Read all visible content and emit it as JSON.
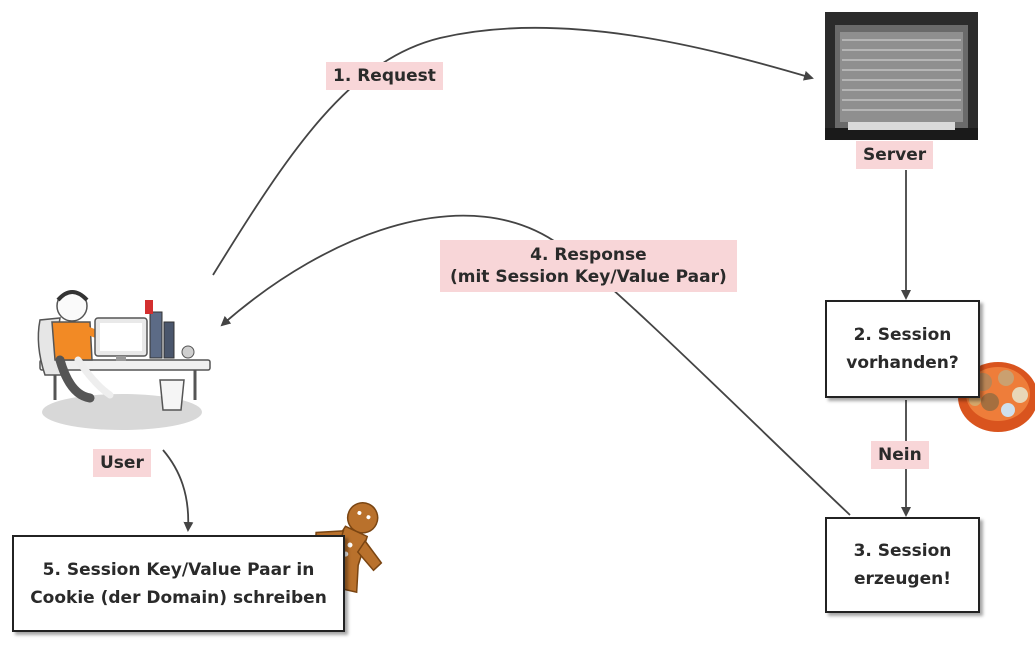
{
  "labels": {
    "request": "1. Request",
    "server": "Server",
    "response_line1": "4. Response",
    "response_line2": "(mit Session Key/Value Paar)",
    "user": "User",
    "nein": "Nein"
  },
  "boxes": {
    "session_check": {
      "line1": "2. Session",
      "line2": "vorhanden?"
    },
    "session_create": {
      "line1": "3. Session",
      "line2": "erzeugen!"
    },
    "cookie_write": {
      "line1": "5. Session Key/Value Paar in",
      "line2": "Cookie (der Domain) schreiben"
    }
  },
  "icons": [
    "server-icon",
    "user-at-desk-icon",
    "cookie-plate-icon",
    "gingerbread-man-icon"
  ],
  "colors": {
    "label_bg": "#f8d6d8",
    "line": "#444444",
    "box_border": "#222222"
  }
}
